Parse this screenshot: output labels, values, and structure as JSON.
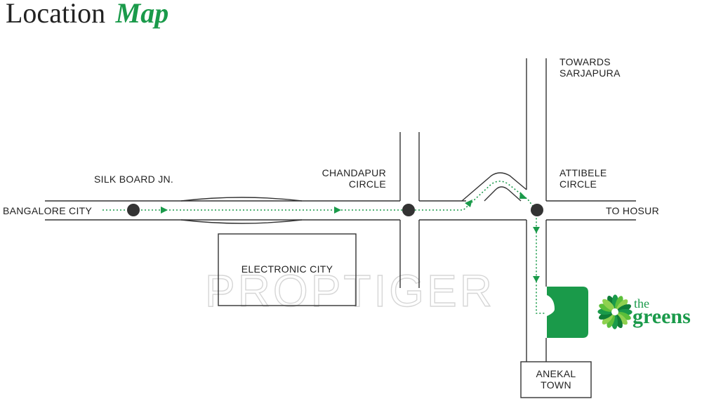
{
  "title": {
    "main": "Location",
    "accent": "Map"
  },
  "watermark": "PROPTIGER",
  "labels": {
    "bangalore_city": "BANGALORE CITY",
    "silk_board": "SILK BOARD JN.",
    "chandapur_1": "CHANDAPUR",
    "chandapur_2": "CIRCLE",
    "attibele_1": "ATTIBELE",
    "attibele_2": "CIRCLE",
    "towards_1": "TOWARDS",
    "towards_2": "SARJAPURA",
    "to_hosur": "TO HOSUR",
    "electronic_city": "ELECTRONIC CITY",
    "anekal_1": "ANEKAL",
    "anekal_2": "TOWN"
  },
  "brand": {
    "line1": "the",
    "line2": "greens"
  },
  "colors": {
    "accent": "#1a9a4a",
    "route": "#1a9a4a",
    "junction": "#333333",
    "road": "#333333"
  },
  "icons": {
    "junction": "junction-dot-icon",
    "route_arrow": "route-arrow-icon",
    "logo": "flower-logo-icon"
  }
}
